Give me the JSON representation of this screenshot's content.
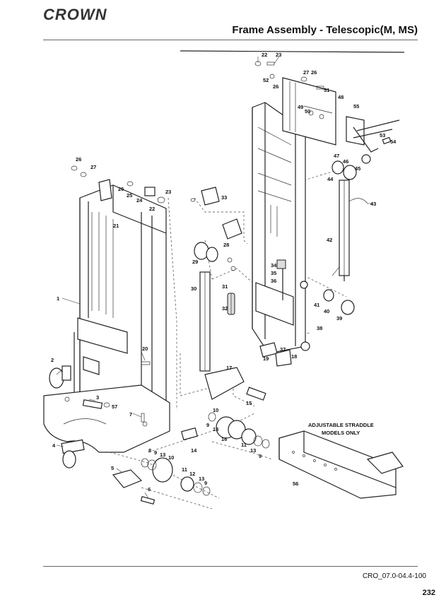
{
  "header": {
    "logo_text": "CROWN",
    "title": "Frame Assembly - Telescopic(M, MS)"
  },
  "diagram": {
    "note_line1": "ADJUSTABLE STRADDLE",
    "note_line2": "MODELS ONLY",
    "callouts": [
      "1",
      "3",
      "4",
      "5",
      "6",
      "7",
      "8",
      "9",
      "10",
      "11",
      "12",
      "13",
      "14",
      "15",
      "16",
      "17",
      "18",
      "19",
      "20",
      "21",
      "22",
      "23",
      "24",
      "25",
      "26",
      "27",
      "28",
      "29",
      "30",
      "31",
      "32",
      "33",
      "34",
      "35",
      "36",
      "37",
      "38",
      "39",
      "40",
      "41",
      "42",
      "43",
      "44",
      "45",
      "46",
      "47",
      "48",
      "49",
      "50",
      "51",
      "52",
      "53",
      "54",
      "55",
      "56",
      "57"
    ]
  },
  "footer": {
    "doc_number": "CRO_07.0-04.4-100",
    "page_number": "232"
  }
}
